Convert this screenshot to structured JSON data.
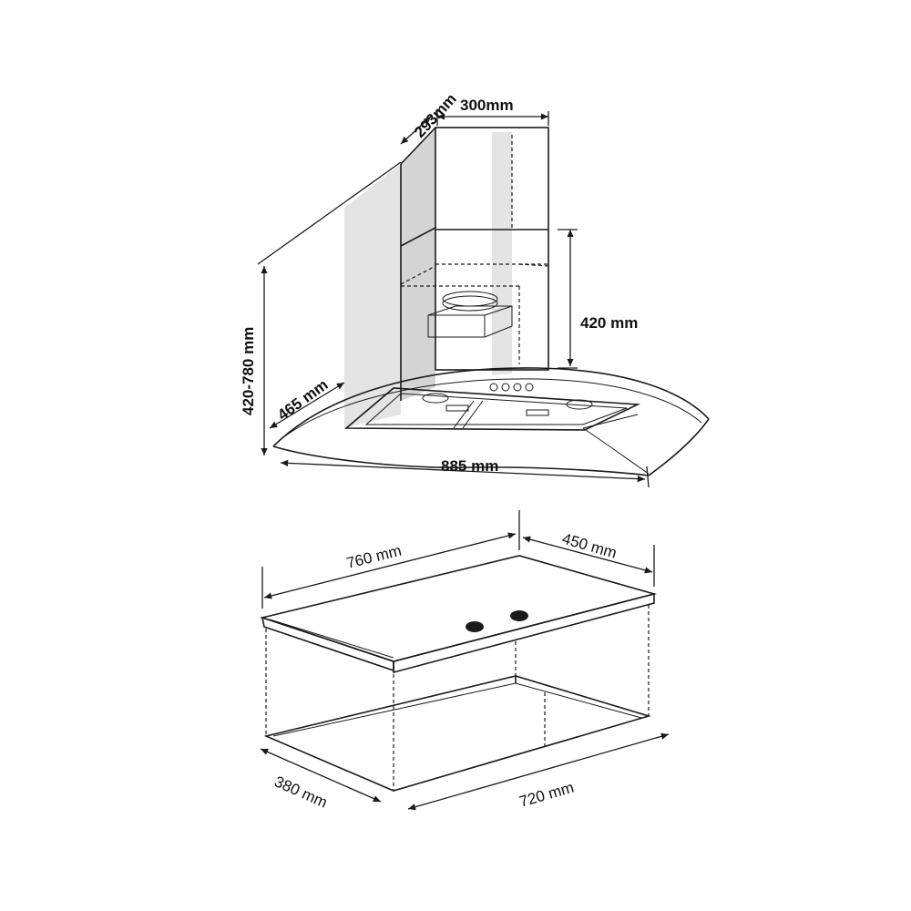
{
  "hood": {
    "dim_depth_top": "293mm",
    "dim_width_top": "300mm",
    "dim_height_range": "420-780 mm",
    "dim_chimney_height": "420 mm",
    "dim_depth_bottom": "465 mm",
    "dim_width_bottom": "885 mm"
  },
  "hob": {
    "dim_width_top": "760 mm",
    "dim_depth_top": "450 mm",
    "dim_depth_cutout": "380 mm",
    "dim_width_cutout": "720 mm"
  },
  "colors": {
    "line": "#1a1a1a",
    "shade": "#e4e4e4"
  }
}
